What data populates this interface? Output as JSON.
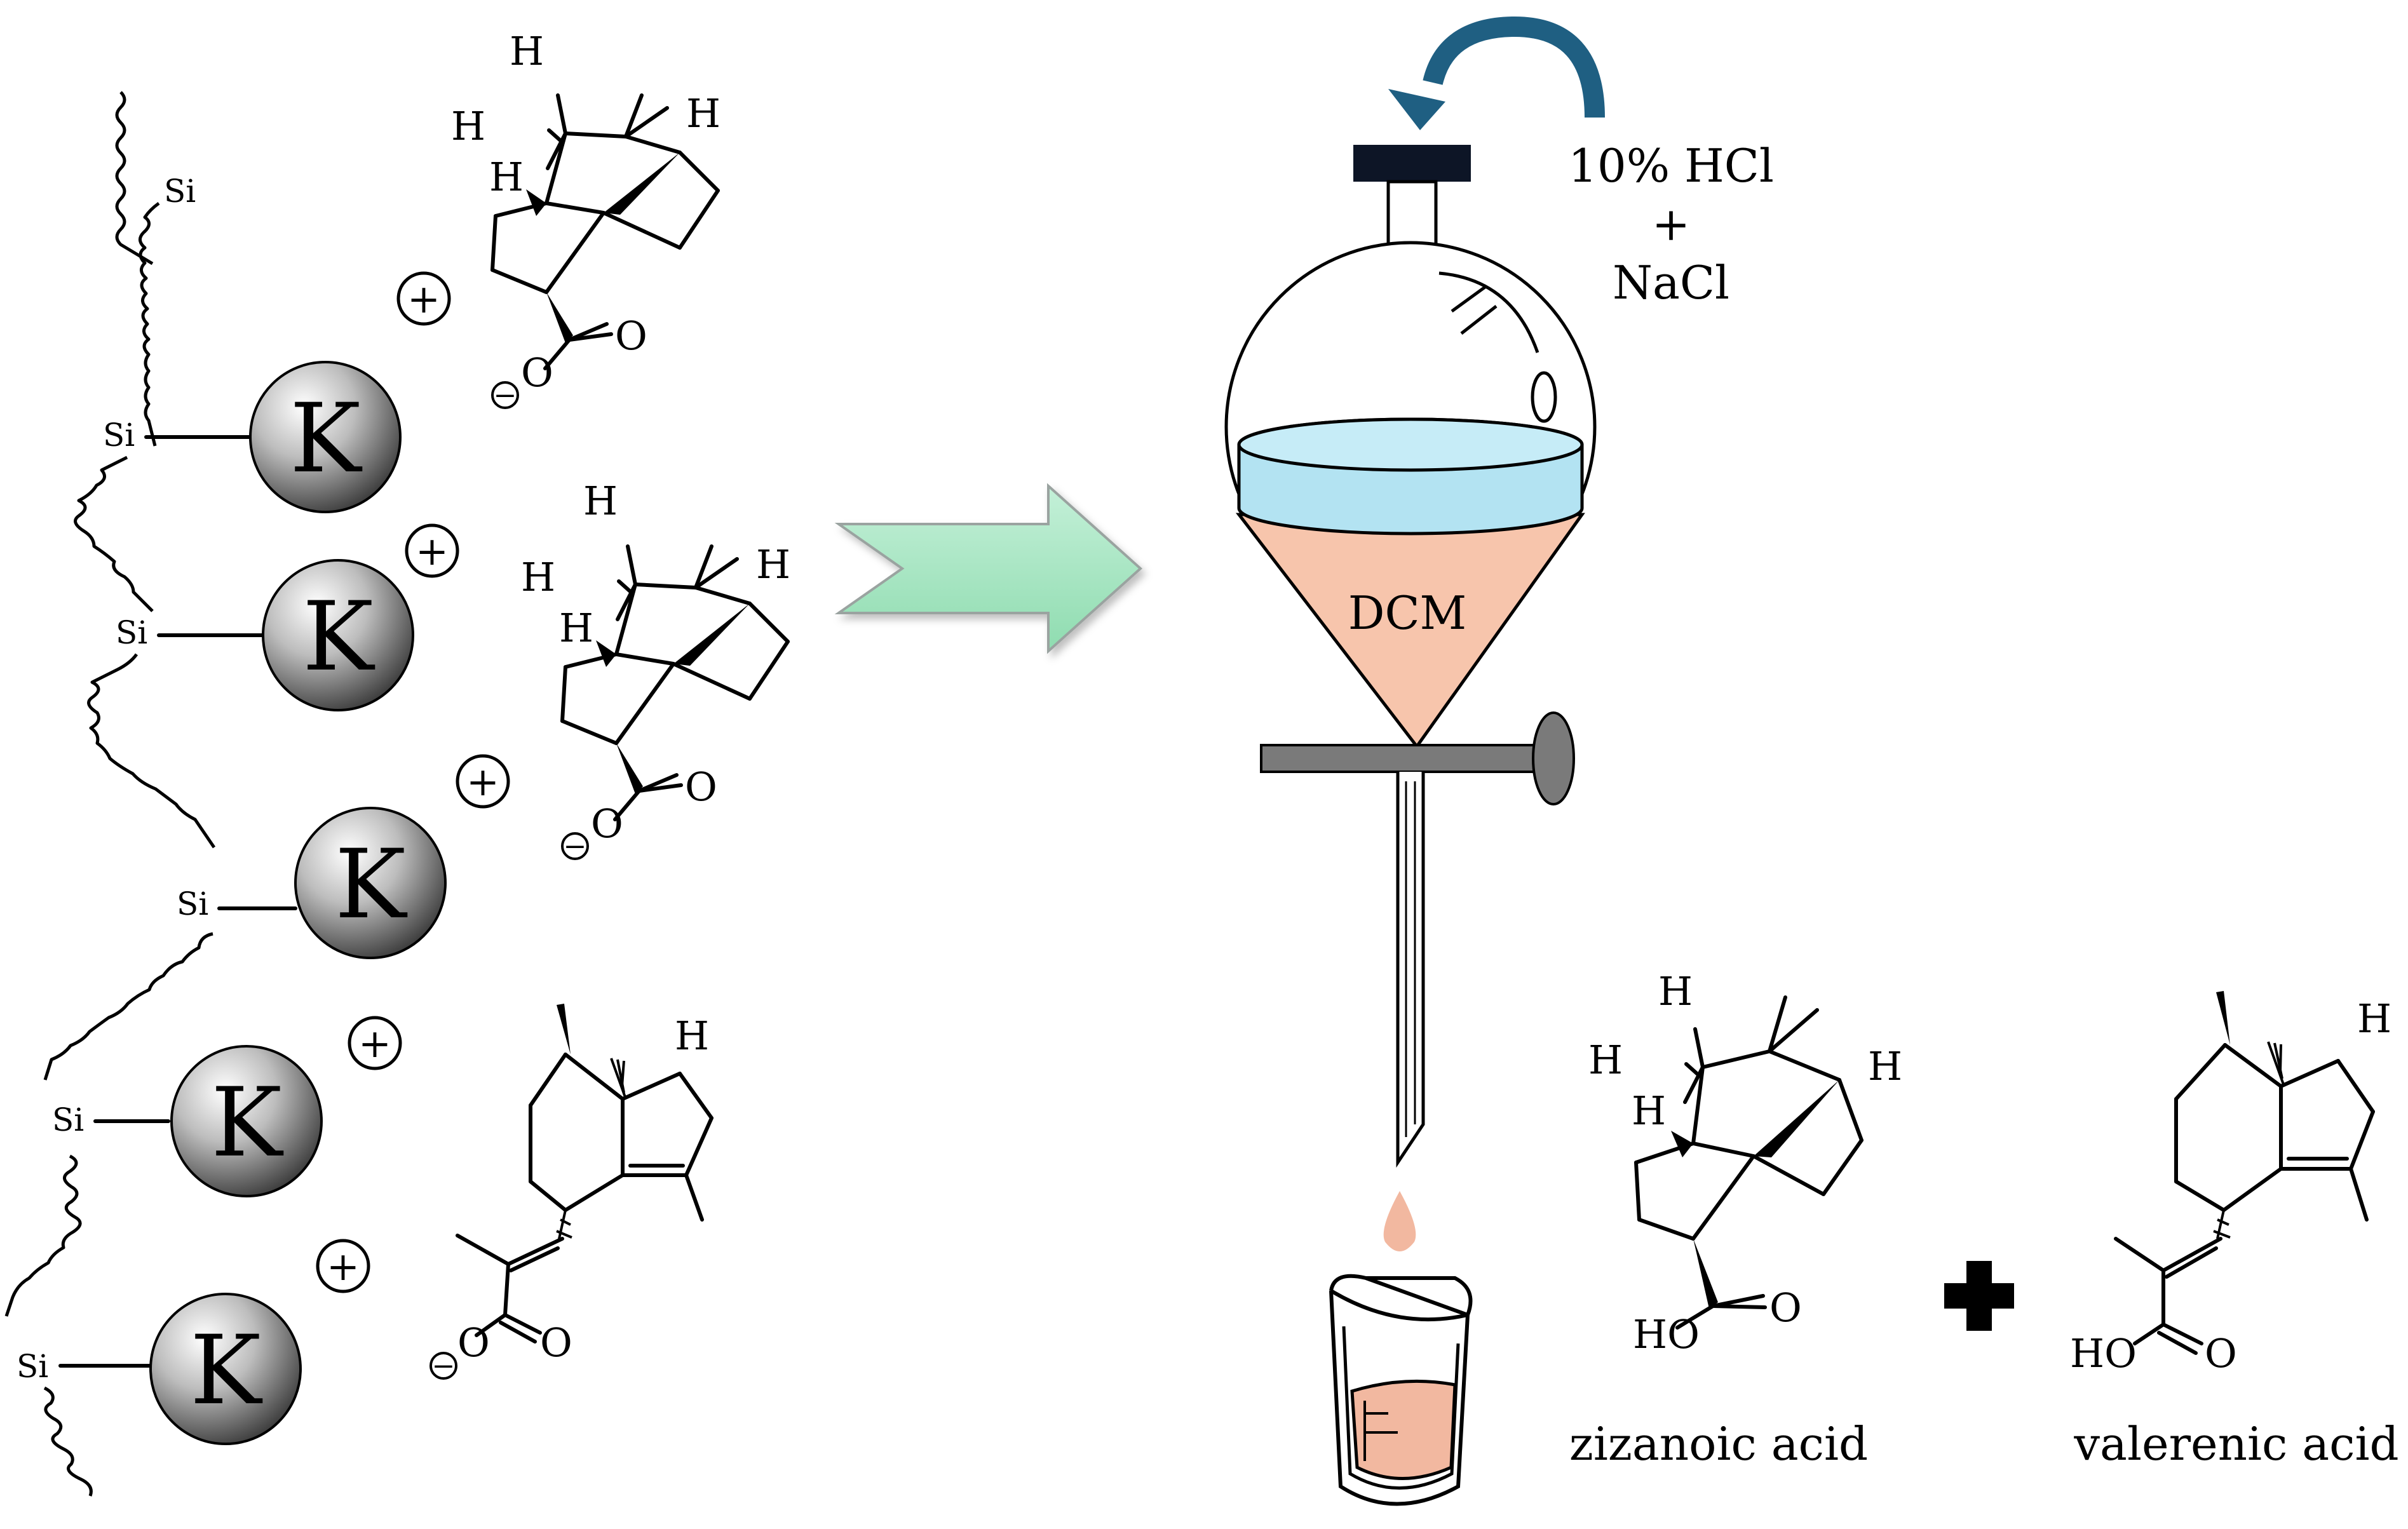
{
  "diagram": {
    "linker_atom": "Si",
    "cation_label": "K",
    "cation_charge": "+",
    "anion_charge": "−",
    "atoms": {
      "hydrogen": "H",
      "oxygen": "O",
      "hydroxyl": "HO"
    },
    "reagents": {
      "line1": "10% HCl",
      "line2": "+",
      "line3": "NaCl"
    },
    "solvent_label": "DCM",
    "products": {
      "first": "zizanoic acid",
      "second": "valerenic acid"
    },
    "colors": {
      "arrow_fill": "#a8e6c3",
      "organic_layer": "#f7c5ac",
      "aqueous_layer": "#b3e3f2",
      "recycle_arrow": "#1f5f82",
      "stopcock": "#7a7a7a",
      "stopper": "#0d1526"
    }
  }
}
